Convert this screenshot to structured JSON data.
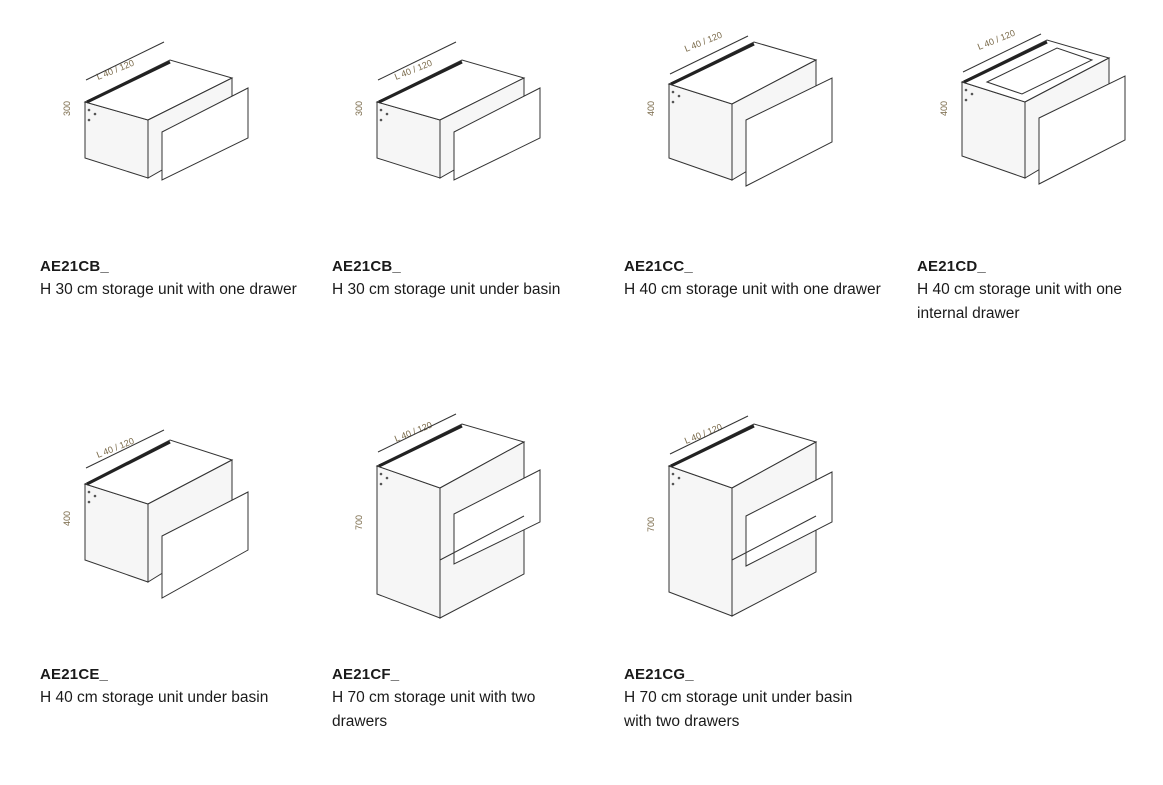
{
  "products": [
    {
      "code": "AE21CB_",
      "description": "H 30 cm storage unit with one drawer",
      "dim_width": "L 40 / 120",
      "dim_height": "300"
    },
    {
      "code": "AE21CB_",
      "description": "H 30 cm storage unit under basin",
      "dim_width": "L 40 / 120",
      "dim_height": "300"
    },
    {
      "code": "AE21CC_",
      "description": "H 40 cm storage unit with one drawer",
      "dim_width": "L 40 / 120",
      "dim_height": "400"
    },
    {
      "code": "AE21CD_",
      "description": "H 40 cm storage unit with one internal drawer",
      "dim_width": "L 40 / 120",
      "dim_height": "400"
    },
    {
      "code": "AE21CE_",
      "description": "H 40 cm storage unit under basin",
      "dim_width": "L 40 / 120",
      "dim_height": "400"
    },
    {
      "code": "AE21CF_",
      "description": "H 70 cm storage unit with two drawers",
      "dim_width": "L 40 / 120",
      "dim_height": "700"
    },
    {
      "code": "AE21CG_",
      "description": "H 70 cm storage unit under basin with two drawers",
      "dim_width": "L 40 / 120",
      "dim_height": "700"
    }
  ]
}
